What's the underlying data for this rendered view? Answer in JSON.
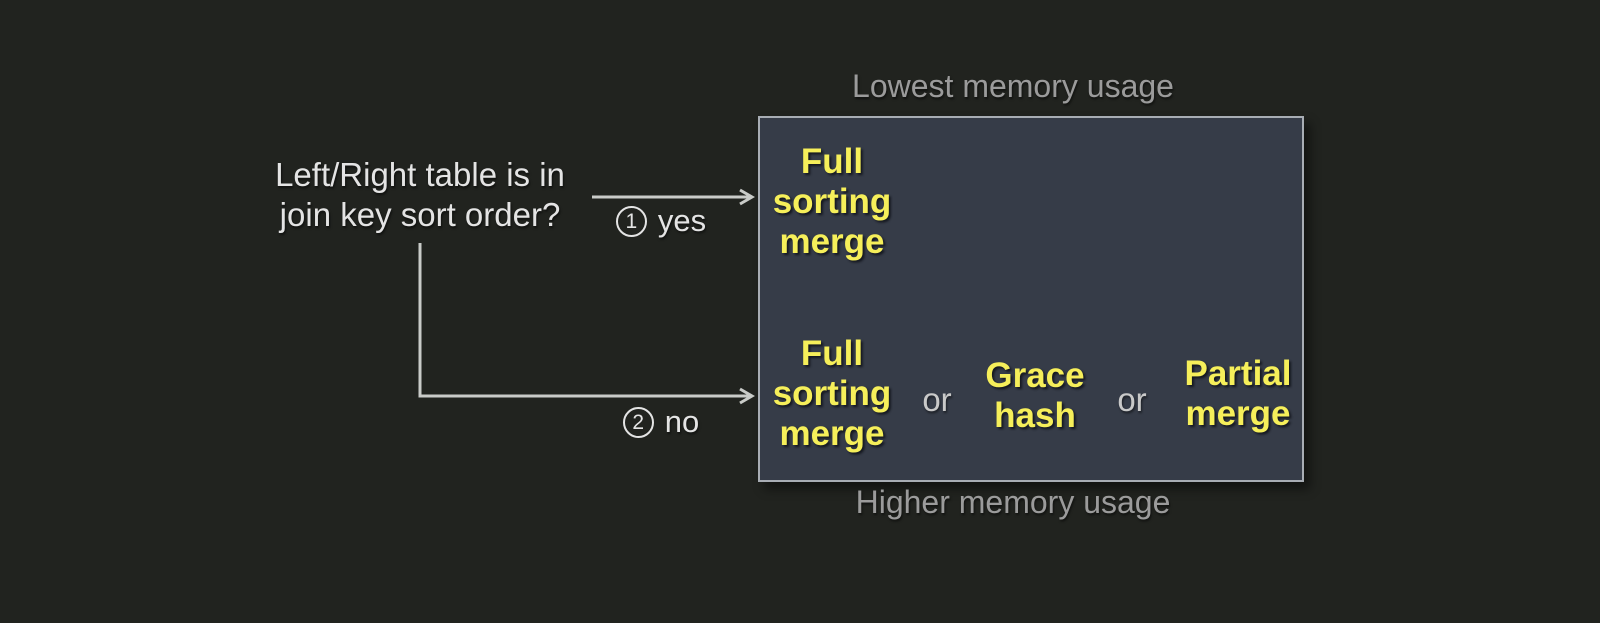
{
  "question": {
    "text": "Left/Right table is in\njoin key sort order?"
  },
  "branches": {
    "yes": {
      "number": "1",
      "label": "yes"
    },
    "no": {
      "number": "2",
      "label": "no"
    }
  },
  "box": {
    "caption_top": "Lowest memory usage",
    "caption_bottom": "Higher memory usage",
    "top_row": {
      "algorithm": "Full\nsorting\nmerge"
    },
    "bottom_row": {
      "algorithm_1": "Full\nsorting\nmerge",
      "or_1": "or",
      "algorithm_2": "Grace\nhash",
      "or_2": "or",
      "algorithm_3": "Partial\nmerge"
    }
  },
  "colors": {
    "background": "#21231f",
    "box_fill": "#363c48",
    "box_border": "#a8adb4",
    "algorithm": "#f6ef5a",
    "caption": "#9b9b9b",
    "text": "#e4e4e4",
    "or_text": "#c9c9c9",
    "line": "#c9cbc8"
  }
}
